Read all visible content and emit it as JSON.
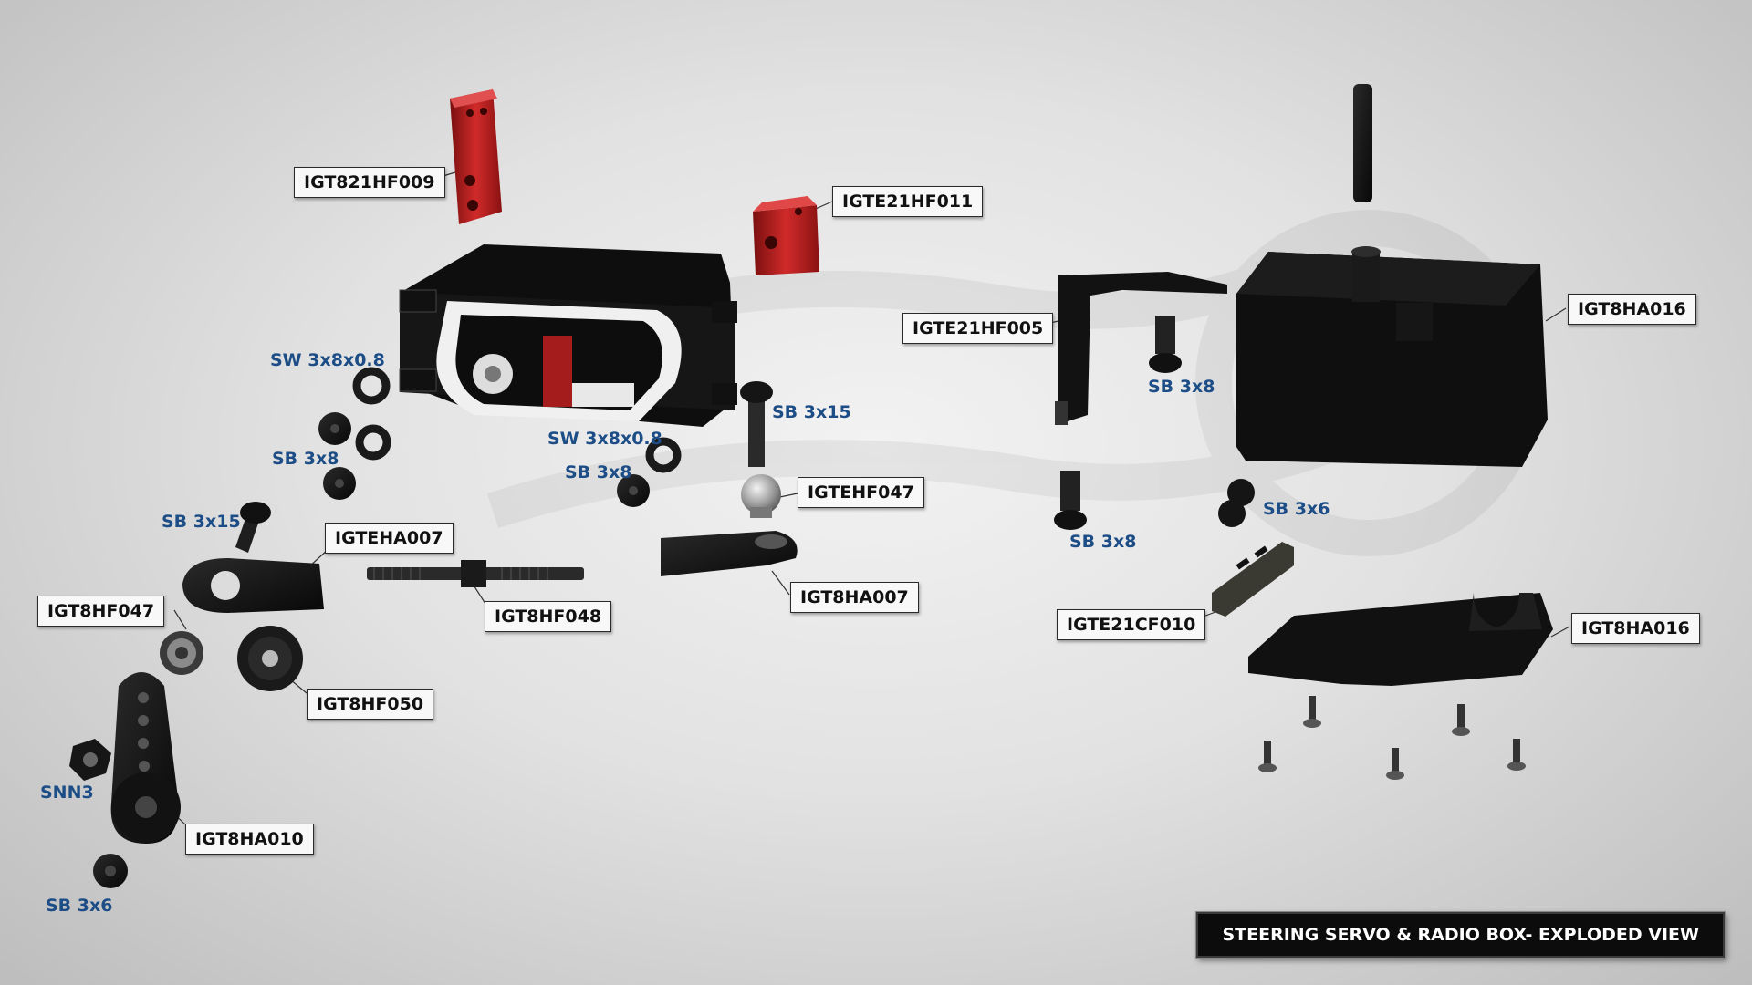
{
  "title": "STEERING SERVO & RADIO BOX- EXPLODED VIEW",
  "part_labels": {
    "p1": "IGT821HF009",
    "p2": "IGTE21HF011",
    "p3": "IGTEHF047",
    "p4": "IGTEHA007",
    "p5": "IGT8HF048",
    "p6": "IGT8HA007",
    "p7": "IGT8HF047",
    "p8": "IGT8HF050",
    "p9": "IGT8HA010",
    "p10": "IGTE21HF005",
    "p11": "IGT8HA016",
    "p12": "IGTE21CF010",
    "p13": "IGT8HA016"
  },
  "hardware_labels": {
    "h1": "SW 3x8x0.8",
    "h2": "SB 3x8",
    "h3": "SB 3x15",
    "h4": "SW 3x8x0.8",
    "h5": "SB 3x8",
    "h6": "SB 3x15",
    "h7": "SNN3",
    "h8": "SB 3x6",
    "h9": "SB 3x8",
    "h10": "SB 3x8",
    "h11": "SB 3x6"
  },
  "colors": {
    "label_text": "#111111",
    "hardware_text": "#1c4d86",
    "part_red": "#b01f1f",
    "part_black": "#141414",
    "title_bg": "#0c0c0c"
  }
}
